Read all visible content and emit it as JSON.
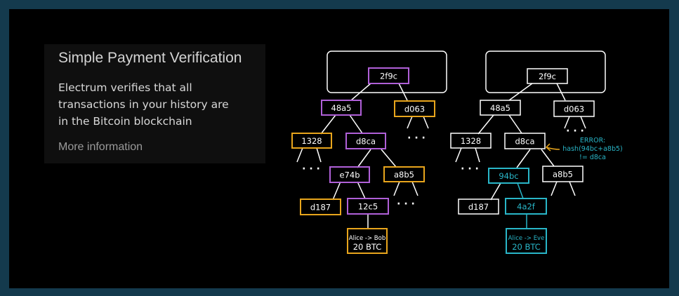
{
  "info": {
    "title": "Simple Payment Verification",
    "body": "Electrum verifies that all transactions in your history are in the Bitcoin blockchain",
    "link": "More information"
  },
  "colors": {
    "stage_background": "#000000",
    "frame": "#143a4d",
    "purple": "#b060d8",
    "orange": "#e8a51c",
    "cyan": "#29b6c8",
    "white": "#ffffff"
  },
  "left_tree": {
    "root": "2f9c",
    "n48a5": "48a5",
    "d063": "d063",
    "n1328": "1328",
    "d8ca": "d8ca",
    "e74b": "e74b",
    "a8b5": "a8b5",
    "d187": "d187",
    "n12c5": "12c5",
    "tx_line1": "Alice -> Bob",
    "tx_line2": "20 BTC",
    "ellipsis": "· · ·"
  },
  "right_tree": {
    "root": "2f9c",
    "n48a5": "48a5",
    "d063": "d063",
    "n1328": "1328",
    "d8ca": "d8ca",
    "n94bc": "94bc",
    "a8b5": "a8b5",
    "d187": "d187",
    "n4a2f": "4a2f",
    "tx_line1": "Alice -> Eve",
    "tx_line2": "20 BTC",
    "ellipsis": "· · ·",
    "error_line1": "ERROR:",
    "error_line2": "hash(94bc+a8b5)",
    "error_line3": "!= d8ca"
  }
}
